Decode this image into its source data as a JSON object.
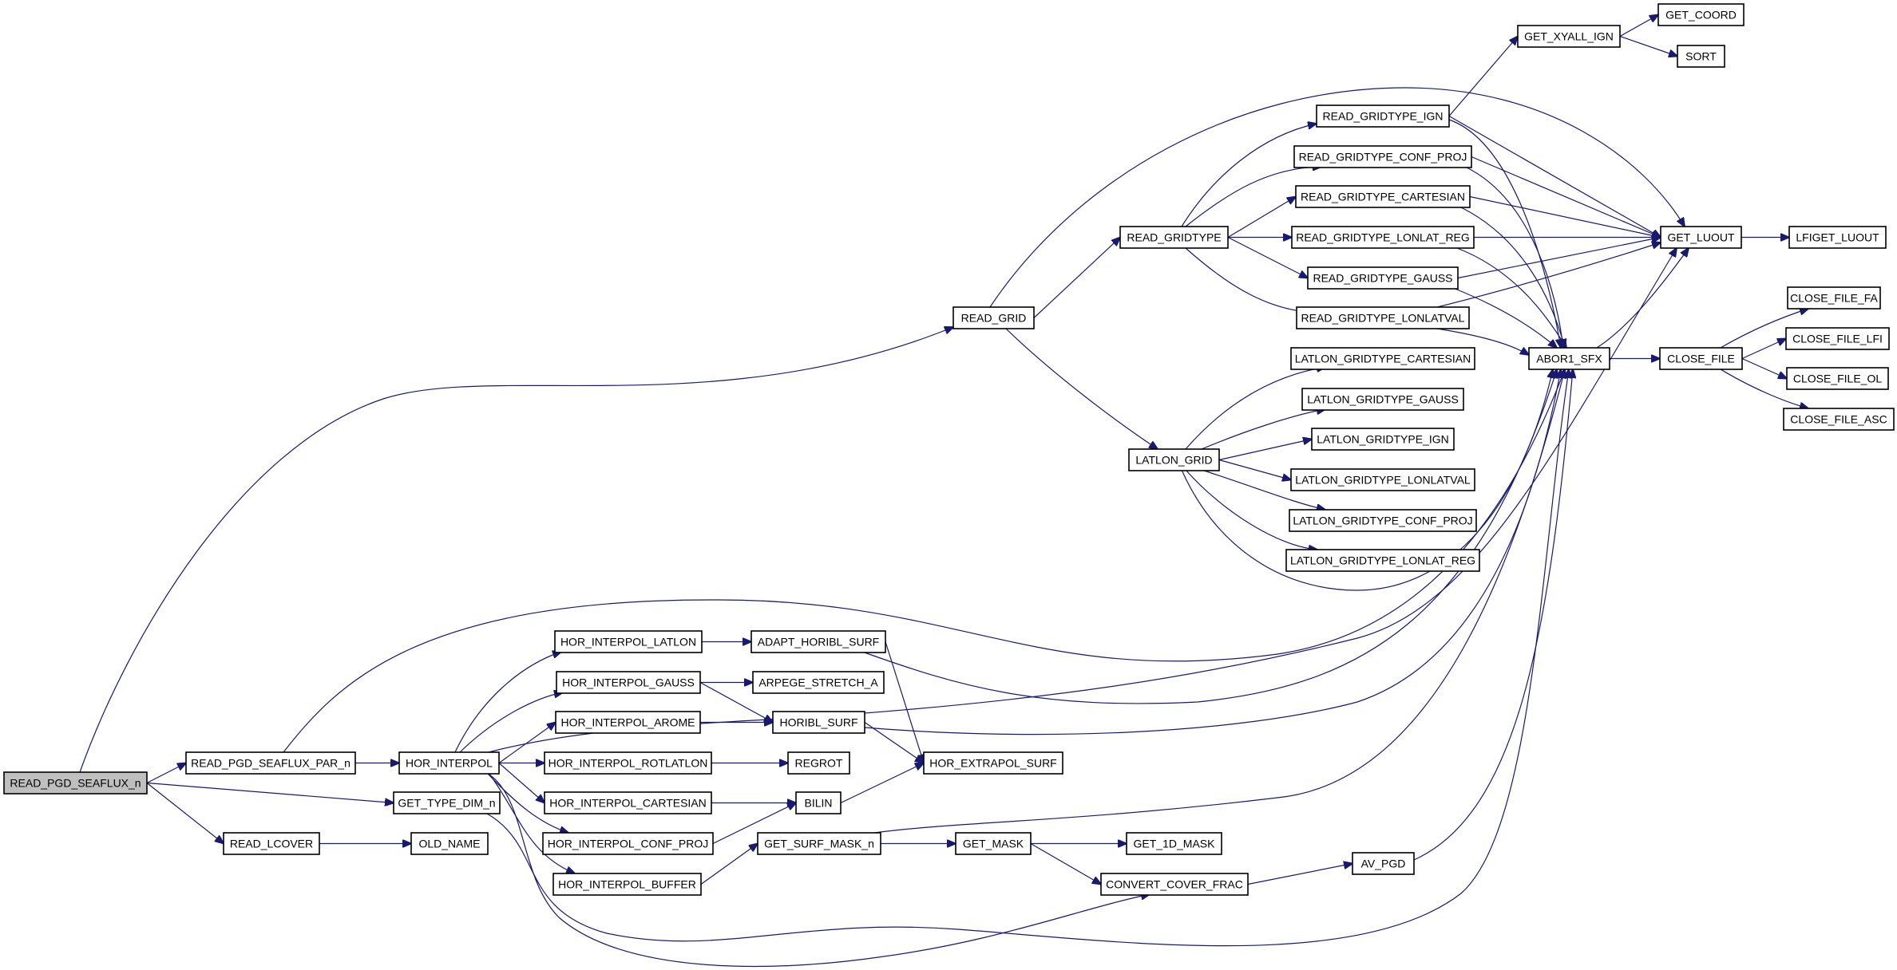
{
  "diagram": {
    "type": "call-graph",
    "root": "READ_PGD_SEAFLUX_n",
    "colors": {
      "edge": "#191970",
      "root_fill": "#bfbfbf",
      "node_fill": "#ffffff",
      "node_border": "#000000"
    },
    "nodes": [
      {
        "id": "READ_PGD_SEAFLUX_n",
        "label": "READ_PGD_SEAFLUX_n",
        "root": true
      },
      {
        "id": "READ_PGD_SEAFLUX_PAR_n",
        "label": "READ_PGD_SEAFLUX_PAR_n"
      },
      {
        "id": "HOR_INTERPOL",
        "label": "HOR_INTERPOL"
      },
      {
        "id": "GET_TYPE_DIM_n",
        "label": "GET_TYPE_DIM_n"
      },
      {
        "id": "READ_LCOVER",
        "label": "READ_LCOVER"
      },
      {
        "id": "OLD_NAME",
        "label": "OLD_NAME"
      },
      {
        "id": "HOR_INTERPOL_LATLON",
        "label": "HOR_INTERPOL_LATLON"
      },
      {
        "id": "HOR_INTERPOL_GAUSS",
        "label": "HOR_INTERPOL_GAUSS"
      },
      {
        "id": "HOR_INTERPOL_AROME",
        "label": "HOR_INTERPOL_AROME"
      },
      {
        "id": "HOR_INTERPOL_ROTLATLON",
        "label": "HOR_INTERPOL_ROTLATLON"
      },
      {
        "id": "HOR_INTERPOL_CARTESIAN",
        "label": "HOR_INTERPOL_CARTESIAN"
      },
      {
        "id": "HOR_INTERPOL_CONF_PROJ",
        "label": "HOR_INTERPOL_CONF_PROJ"
      },
      {
        "id": "HOR_INTERPOL_BUFFER",
        "label": "HOR_INTERPOL_BUFFER"
      },
      {
        "id": "ADAPT_HORIBL_SURF",
        "label": "ADAPT_HORIBL_SURF"
      },
      {
        "id": "ARPEGE_STRETCH_A",
        "label": "ARPEGE_STRETCH_A"
      },
      {
        "id": "HORIBL_SURF",
        "label": "HORIBL_SURF"
      },
      {
        "id": "REGROT",
        "label": "REGROT"
      },
      {
        "id": "BILIN",
        "label": "BILIN"
      },
      {
        "id": "GET_SURF_MASK_n",
        "label": "GET_SURF_MASK_n"
      },
      {
        "id": "HOR_EXTRAPOL_SURF",
        "label": "HOR_EXTRAPOL_SURF"
      },
      {
        "id": "GET_MASK",
        "label": "GET_MASK"
      },
      {
        "id": "GET_1D_MASK",
        "label": "GET_1D_MASK"
      },
      {
        "id": "CONVERT_COVER_FRAC",
        "label": "CONVERT_COVER_FRAC"
      },
      {
        "id": "AV_PGD",
        "label": "AV_PGD"
      },
      {
        "id": "READ_GRID",
        "label": "READ_GRID"
      },
      {
        "id": "READ_GRIDTYPE",
        "label": "READ_GRIDTYPE"
      },
      {
        "id": "LATLON_GRID",
        "label": "LATLON_GRID"
      },
      {
        "id": "READ_GRIDTYPE_IGN",
        "label": "READ_GRIDTYPE_IGN"
      },
      {
        "id": "READ_GRIDTYPE_CONF_PROJ",
        "label": "READ_GRIDTYPE_CONF_PROJ"
      },
      {
        "id": "READ_GRIDTYPE_CARTESIAN",
        "label": "READ_GRIDTYPE_CARTESIAN"
      },
      {
        "id": "READ_GRIDTYPE_LONLAT_REG",
        "label": "READ_GRIDTYPE_LONLAT_REG"
      },
      {
        "id": "READ_GRIDTYPE_GAUSS",
        "label": "READ_GRIDTYPE_GAUSS"
      },
      {
        "id": "READ_GRIDTYPE_LONLATVAL",
        "label": "READ_GRIDTYPE_LONLATVAL"
      },
      {
        "id": "LATLON_GRIDTYPE_CARTESIAN",
        "label": "LATLON_GRIDTYPE_CARTESIAN"
      },
      {
        "id": "LATLON_GRIDTYPE_GAUSS",
        "label": "LATLON_GRIDTYPE_GAUSS"
      },
      {
        "id": "LATLON_GRIDTYPE_IGN",
        "label": "LATLON_GRIDTYPE_IGN"
      },
      {
        "id": "LATLON_GRIDTYPE_LONLATVAL",
        "label": "LATLON_GRIDTYPE_LONLATVAL"
      },
      {
        "id": "LATLON_GRIDTYPE_CONF_PROJ",
        "label": "LATLON_GRIDTYPE_CONF_PROJ"
      },
      {
        "id": "LATLON_GRIDTYPE_LONLAT_REG",
        "label": "LATLON_GRIDTYPE_LONLAT_REG"
      },
      {
        "id": "GET_XYALL_IGN",
        "label": "GET_XYALL_IGN"
      },
      {
        "id": "GET_COORD",
        "label": "GET_COORD"
      },
      {
        "id": "SORT",
        "label": "SORT"
      },
      {
        "id": "GET_LUOUT",
        "label": "GET_LUOUT"
      },
      {
        "id": "LFIGET_LUOUT",
        "label": "LFIGET_LUOUT"
      },
      {
        "id": "ABOR1_SFX",
        "label": "ABOR1_SFX"
      },
      {
        "id": "CLOSE_FILE",
        "label": "CLOSE_FILE"
      },
      {
        "id": "CLOSE_FILE_FA",
        "label": "CLOSE_FILE_FA"
      },
      {
        "id": "CLOSE_FILE_LFI",
        "label": "CLOSE_FILE_LFI"
      },
      {
        "id": "CLOSE_FILE_OL",
        "label": "CLOSE_FILE_OL"
      },
      {
        "id": "CLOSE_FILE_ASC",
        "label": "CLOSE_FILE_ASC"
      }
    ],
    "edges": [
      [
        "READ_PGD_SEAFLUX_n",
        "READ_PGD_SEAFLUX_PAR_n"
      ],
      [
        "READ_PGD_SEAFLUX_n",
        "GET_TYPE_DIM_n"
      ],
      [
        "READ_PGD_SEAFLUX_n",
        "READ_LCOVER"
      ],
      [
        "READ_PGD_SEAFLUX_n",
        "READ_GRID"
      ],
      [
        "READ_PGD_SEAFLUX_PAR_n",
        "HOR_INTERPOL"
      ],
      [
        "READ_PGD_SEAFLUX_PAR_n",
        "ABOR1_SFX"
      ],
      [
        "READ_LCOVER",
        "OLD_NAME"
      ],
      [
        "GET_TYPE_DIM_n",
        "ABOR1_SFX"
      ],
      [
        "HOR_INTERPOL",
        "HOR_INTERPOL_LATLON"
      ],
      [
        "HOR_INTERPOL",
        "HOR_INTERPOL_GAUSS"
      ],
      [
        "HOR_INTERPOL",
        "HOR_INTERPOL_AROME"
      ],
      [
        "HOR_INTERPOL",
        "HOR_INTERPOL_ROTLATLON"
      ],
      [
        "HOR_INTERPOL",
        "HOR_INTERPOL_CARTESIAN"
      ],
      [
        "HOR_INTERPOL",
        "HOR_INTERPOL_CONF_PROJ"
      ],
      [
        "HOR_INTERPOL",
        "HOR_INTERPOL_BUFFER"
      ],
      [
        "HOR_INTERPOL",
        "CONVERT_COVER_FRAC"
      ],
      [
        "HOR_INTERPOL",
        "GET_LUOUT"
      ],
      [
        "HOR_INTERPOL_LATLON",
        "ADAPT_HORIBL_SURF"
      ],
      [
        "HOR_INTERPOL_GAUSS",
        "ARPEGE_STRETCH_A"
      ],
      [
        "HOR_INTERPOL_GAUSS",
        "HORIBL_SURF"
      ],
      [
        "HOR_INTERPOL_AROME",
        "HORIBL_SURF"
      ],
      [
        "HOR_INTERPOL_ROTLATLON",
        "REGROT"
      ],
      [
        "HOR_INTERPOL_CARTESIAN",
        "BILIN"
      ],
      [
        "HOR_INTERPOL_CONF_PROJ",
        "BILIN"
      ],
      [
        "HOR_INTERPOL_BUFFER",
        "GET_SURF_MASK_n"
      ],
      [
        "ADAPT_HORIBL_SURF",
        "HOR_EXTRAPOL_SURF"
      ],
      [
        "ADAPT_HORIBL_SURF",
        "ABOR1_SFX"
      ],
      [
        "HORIBL_SURF",
        "HOR_EXTRAPOL_SURF"
      ],
      [
        "HORIBL_SURF",
        "ABOR1_SFX"
      ],
      [
        "BILIN",
        "HOR_EXTRAPOL_SURF"
      ],
      [
        "GET_SURF_MASK_n",
        "GET_MASK"
      ],
      [
        "GET_SURF_MASK_n",
        "ABOR1_SFX"
      ],
      [
        "GET_MASK",
        "GET_1D_MASK"
      ],
      [
        "GET_MASK",
        "CONVERT_COVER_FRAC"
      ],
      [
        "CONVERT_COVER_FRAC",
        "AV_PGD"
      ],
      [
        "AV_PGD",
        "ABOR1_SFX"
      ],
      [
        "READ_GRID",
        "READ_GRIDTYPE"
      ],
      [
        "READ_GRID",
        "LATLON_GRID"
      ],
      [
        "READ_GRID",
        "GET_LUOUT"
      ],
      [
        "READ_GRIDTYPE",
        "READ_GRIDTYPE_IGN"
      ],
      [
        "READ_GRIDTYPE",
        "READ_GRIDTYPE_CONF_PROJ"
      ],
      [
        "READ_GRIDTYPE",
        "READ_GRIDTYPE_CARTESIAN"
      ],
      [
        "READ_GRIDTYPE",
        "READ_GRIDTYPE_LONLAT_REG"
      ],
      [
        "READ_GRIDTYPE",
        "READ_GRIDTYPE_GAUSS"
      ],
      [
        "READ_GRIDTYPE",
        "READ_GRIDTYPE_LONLATVAL"
      ],
      [
        "READ_GRIDTYPE_IGN",
        "GET_XYALL_IGN"
      ],
      [
        "READ_GRIDTYPE_IGN",
        "GET_LUOUT"
      ],
      [
        "READ_GRIDTYPE_IGN",
        "ABOR1_SFX"
      ],
      [
        "READ_GRIDTYPE_CONF_PROJ",
        "GET_LUOUT"
      ],
      [
        "READ_GRIDTYPE_CONF_PROJ",
        "ABOR1_SFX"
      ],
      [
        "READ_GRIDTYPE_CARTESIAN",
        "GET_LUOUT"
      ],
      [
        "READ_GRIDTYPE_CARTESIAN",
        "ABOR1_SFX"
      ],
      [
        "READ_GRIDTYPE_LONLAT_REG",
        "GET_LUOUT"
      ],
      [
        "READ_GRIDTYPE_LONLAT_REG",
        "ABOR1_SFX"
      ],
      [
        "READ_GRIDTYPE_GAUSS",
        "GET_LUOUT"
      ],
      [
        "READ_GRIDTYPE_GAUSS",
        "ABOR1_SFX"
      ],
      [
        "READ_GRIDTYPE_LONLATVAL",
        "GET_LUOUT"
      ],
      [
        "READ_GRIDTYPE_LONLATVAL",
        "ABOR1_SFX"
      ],
      [
        "LATLON_GRID",
        "LATLON_GRIDTYPE_CARTESIAN"
      ],
      [
        "LATLON_GRID",
        "LATLON_GRIDTYPE_GAUSS"
      ],
      [
        "LATLON_GRID",
        "LATLON_GRIDTYPE_IGN"
      ],
      [
        "LATLON_GRID",
        "LATLON_GRIDTYPE_LONLATVAL"
      ],
      [
        "LATLON_GRID",
        "LATLON_GRIDTYPE_CONF_PROJ"
      ],
      [
        "LATLON_GRID",
        "LATLON_GRIDTYPE_LONLAT_REG"
      ],
      [
        "LATLON_GRID",
        "ABOR1_SFX"
      ],
      [
        "GET_XYALL_IGN",
        "GET_COORD"
      ],
      [
        "GET_XYALL_IGN",
        "SORT"
      ],
      [
        "GET_LUOUT",
        "LFIGET_LUOUT"
      ],
      [
        "ABOR1_SFX",
        "GET_LUOUT"
      ],
      [
        "ABOR1_SFX",
        "CLOSE_FILE"
      ],
      [
        "CLOSE_FILE",
        "CLOSE_FILE_FA"
      ],
      [
        "CLOSE_FILE",
        "CLOSE_FILE_LFI"
      ],
      [
        "CLOSE_FILE",
        "CLOSE_FILE_OL"
      ],
      [
        "CLOSE_FILE",
        "CLOSE_FILE_ASC"
      ]
    ]
  }
}
